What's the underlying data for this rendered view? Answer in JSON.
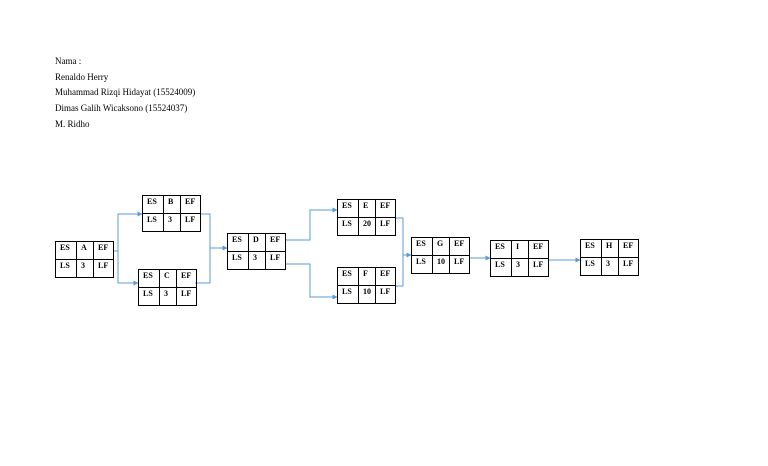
{
  "names": {
    "header": "Nama :",
    "members": [
      "Renaldo Herry",
      "Muhammad Rizqi Hidayat (15524009)",
      "Dimas Galih Wicaksono (15524037)",
      "M. Ridho"
    ]
  },
  "nodes": {
    "A": {
      "es": "ES",
      "name": "A",
      "ef": "EF",
      "ls": "LS",
      "dur": "3",
      "lf": "LF"
    },
    "B": {
      "es": "ES",
      "name": "B",
      "ef": "EF",
      "ls": "LS",
      "dur": "3",
      "lf": "LF"
    },
    "C": {
      "es": "ES",
      "name": "C",
      "ef": "EF",
      "ls": "LS",
      "dur": "3",
      "lf": "LF"
    },
    "D": {
      "es": "ES",
      "name": "D",
      "ef": "EF",
      "ls": "LS",
      "dur": "3",
      "lf": "LF"
    },
    "E": {
      "es": "ES",
      "name": "E",
      "ef": "EF",
      "ls": "LS",
      "dur": "20",
      "lf": "LF"
    },
    "F": {
      "es": "ES",
      "name": "F",
      "ef": "EF",
      "ls": "LS",
      "dur": "10",
      "lf": "LF"
    },
    "G": {
      "es": "ES",
      "name": "G",
      "ef": "EF",
      "ls": "LS",
      "dur": "10",
      "lf": "LF"
    },
    "I": {
      "es": "ES",
      "name": "I",
      "ef": "EF",
      "ls": "LS",
      "dur": "3",
      "lf": "LF"
    },
    "H": {
      "es": "ES",
      "name": "H",
      "ef": "EF",
      "ls": "LS",
      "dur": "3",
      "lf": "LF"
    }
  },
  "colors": {
    "arrow": "#5b9bd5",
    "border": "#000000"
  }
}
